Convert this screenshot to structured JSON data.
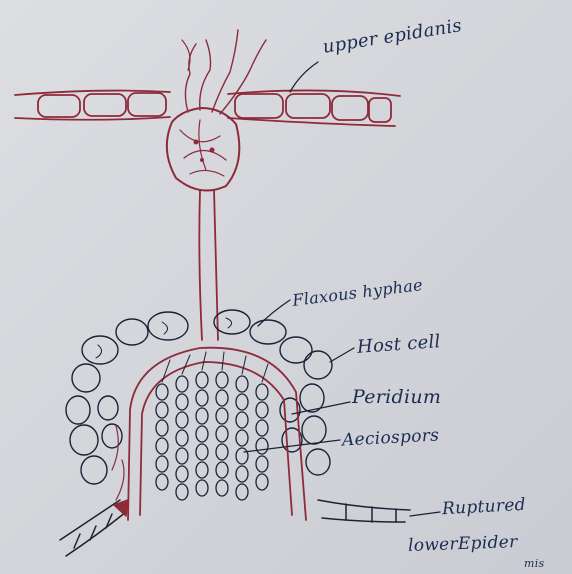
{
  "labels": {
    "upper_epidermis": "upper epidanis",
    "flaxous_hyphae": "Flaxous hyphae",
    "host_cell": "Host cell",
    "peridium": "Peridium",
    "aeciospores": "Aeciospors",
    "ruptured_line1": "Ruptured",
    "ruptured_line2": "lowerEpider",
    "ruptured_line3": "mis"
  },
  "colors": {
    "ink_red": "#8e2a3a",
    "ink_dark": "#1c2236",
    "ink_blue": "#1d2b52",
    "paper": "#d6d8dc"
  }
}
